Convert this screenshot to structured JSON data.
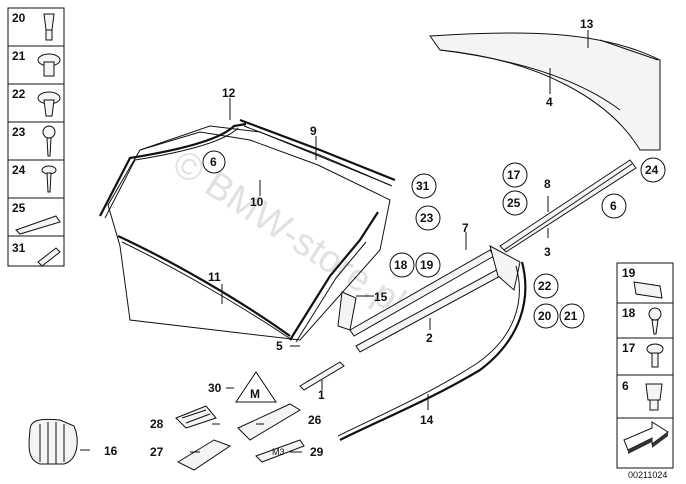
{
  "diagram": {
    "doc_id": "00211024",
    "watermark": "© BMW-store.pl",
    "left_legend": [
      "20",
      "21",
      "22",
      "23",
      "24",
      "25",
      "31"
    ],
    "right_legend": [
      "19",
      "18",
      "17",
      "6"
    ],
    "labels": {
      "n1": "1",
      "n2": "2",
      "n3": "3",
      "n4": "4",
      "n5": "5",
      "n7": "7",
      "n8": "8",
      "n9": "9",
      "n10": "10",
      "n11": "11",
      "n12": "12",
      "n13": "13",
      "n14": "14",
      "n15": "15",
      "n16": "16",
      "n26": "26",
      "n27": "27",
      "n28": "28",
      "n29": "29",
      "n30": "30"
    },
    "circled": {
      "c6a": "6",
      "c6b": "6",
      "c31": "31",
      "c23": "23",
      "c17": "17",
      "c25": "25",
      "c24": "24",
      "c18": "18",
      "c19": "19",
      "c22": "22",
      "c20": "20",
      "c21": "21"
    },
    "badge_text": "M",
    "emblem_text": "M3"
  }
}
